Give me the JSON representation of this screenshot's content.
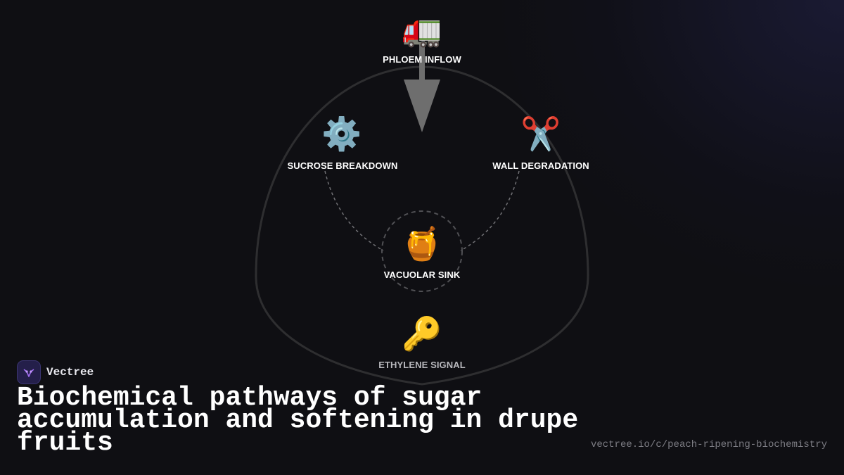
{
  "brand": {
    "name": "Vectree"
  },
  "title": "Biochemical pathways of sugar accumulation and softening in drupe fruits",
  "source_url": "vectree.io/c/peach-ripening-biochemistry",
  "diagram": {
    "nodes": {
      "phloem_inflow": {
        "icon": "truck-icon",
        "glyph": "🚛",
        "label": "PHLOEM INFLOW"
      },
      "sucrose_breakdown": {
        "icon": "gear-icon",
        "glyph": "⚙️",
        "label": "SUCROSE BREAKDOWN"
      },
      "wall_degradation": {
        "icon": "scissors-icon",
        "glyph": "✂️",
        "label": "WALL DEGRADATION"
      },
      "vacuolar_sink": {
        "icon": "honey-pot-icon",
        "glyph": "🍯",
        "label": "VACUOLAR SINK"
      },
      "ethylene_signal": {
        "icon": "key-icon",
        "glyph": "🔑",
        "label": "ETHYLENE SIGNAL"
      }
    },
    "colors": {
      "background": "#0f0f13",
      "outline": "#2e2e30",
      "arrow": "#6e6e6e",
      "dashed": "#707074",
      "label": "#ffffff",
      "label_dim": "#b8b8bd",
      "brand_accent": "#a06cf0"
    }
  }
}
